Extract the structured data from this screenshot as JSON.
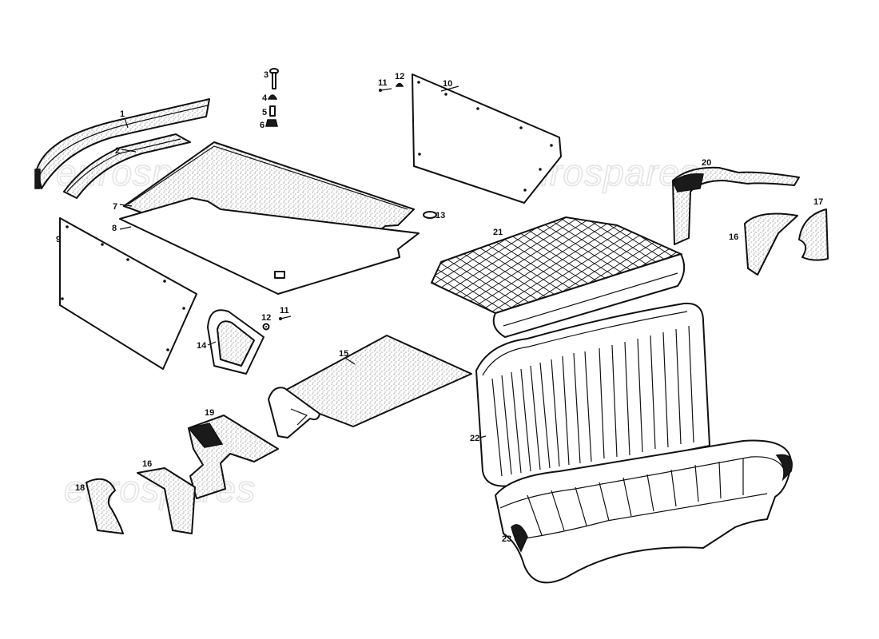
{
  "watermark": {
    "text": "eurospares"
  },
  "callouts": {
    "c1": "1",
    "c2": "2",
    "c3": "3",
    "c4": "4",
    "c5": "5",
    "c6": "6",
    "c7": "7",
    "c8": "8",
    "c9": "9",
    "c10": "10",
    "c11a": "11",
    "c11b": "11",
    "c12a": "12",
    "c12b": "12",
    "c13": "13",
    "c14": "14",
    "c15": "15",
    "c16a": "16",
    "c16b": "16",
    "c17": "17",
    "c18": "18",
    "c19": "19",
    "c20": "20",
    "c21": "21",
    "c22": "22",
    "c23": "23"
  },
  "colors": {
    "line": "#111111",
    "watermark": "#e4e4e4",
    "background": "#ffffff"
  }
}
